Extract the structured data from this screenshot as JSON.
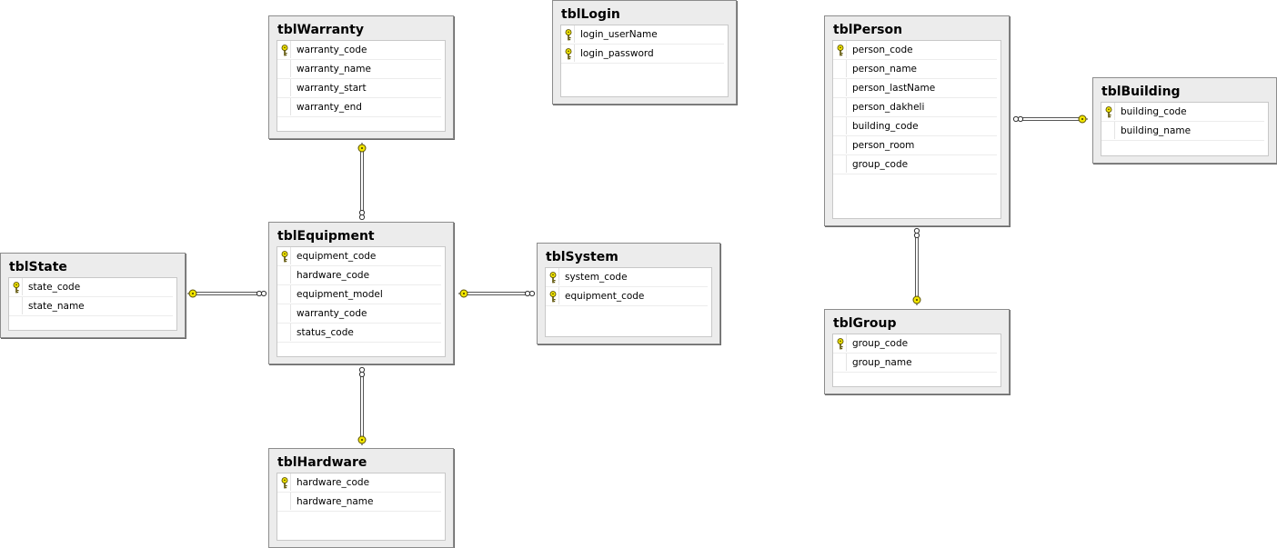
{
  "tables": [
    {
      "id": "tblWarranty",
      "name": "tblWarranty",
      "columns": [
        {
          "name": "warranty_code",
          "pk": true
        },
        {
          "name": "warranty_name",
          "pk": false
        },
        {
          "name": "warranty_start",
          "pk": false
        },
        {
          "name": "warranty_end",
          "pk": false
        }
      ]
    },
    {
      "id": "tblLogin",
      "name": "tblLogin",
      "columns": [
        {
          "name": "login_userName",
          "pk": true
        },
        {
          "name": "login_password",
          "pk": true
        }
      ]
    },
    {
      "id": "tblPerson",
      "name": "tblPerson",
      "columns": [
        {
          "name": "person_code",
          "pk": true
        },
        {
          "name": "person_name",
          "pk": false
        },
        {
          "name": "person_lastName",
          "pk": false
        },
        {
          "name": "person_dakheli",
          "pk": false
        },
        {
          "name": "building_code",
          "pk": false
        },
        {
          "name": "person_room",
          "pk": false
        },
        {
          "name": "group_code",
          "pk": false
        }
      ]
    },
    {
      "id": "tblBuilding",
      "name": "tblBuilding",
      "columns": [
        {
          "name": "building_code",
          "pk": true
        },
        {
          "name": "building_name",
          "pk": false
        }
      ]
    },
    {
      "id": "tblState",
      "name": "tblState",
      "columns": [
        {
          "name": "state_code",
          "pk": true
        },
        {
          "name": "state_name",
          "pk": false
        }
      ]
    },
    {
      "id": "tblEquipment",
      "name": "tblEquipment",
      "columns": [
        {
          "name": "equipment_code",
          "pk": true
        },
        {
          "name": "hardware_code",
          "pk": false
        },
        {
          "name": "equipment_model",
          "pk": false
        },
        {
          "name": "warranty_code",
          "pk": false
        },
        {
          "name": "status_code",
          "pk": false
        }
      ]
    },
    {
      "id": "tblSystem",
      "name": "tblSystem",
      "columns": [
        {
          "name": "system_code",
          "pk": true
        },
        {
          "name": "equipment_code",
          "pk": true
        }
      ]
    },
    {
      "id": "tblGroup",
      "name": "tblGroup",
      "columns": [
        {
          "name": "group_code",
          "pk": true
        },
        {
          "name": "group_name",
          "pk": false
        }
      ]
    },
    {
      "id": "tblHardware",
      "name": "tblHardware",
      "columns": [
        {
          "name": "hardware_code",
          "pk": true
        },
        {
          "name": "hardware_name",
          "pk": false
        }
      ]
    }
  ],
  "relationships": [
    {
      "one": "tblWarranty",
      "many": "tblEquipment"
    },
    {
      "one": "tblState",
      "many": "tblEquipment"
    },
    {
      "one": "tblEquipment",
      "many": "tblSystem"
    },
    {
      "one": "tblHardware",
      "many": "tblEquipment"
    },
    {
      "one": "tblBuilding",
      "many": "tblPerson"
    },
    {
      "one": "tblGroup",
      "many": "tblPerson"
    }
  ],
  "colors": {
    "key": "#f2e600",
    "key_outline": "#5a5000",
    "line": "#555555"
  }
}
